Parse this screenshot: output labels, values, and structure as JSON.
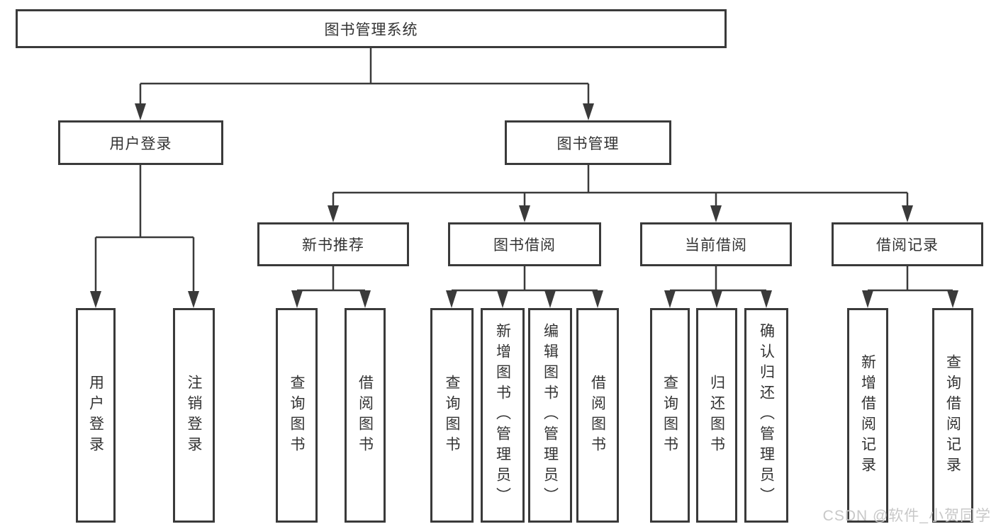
{
  "colors": {
    "line": "#3a3a3a",
    "box_border": "#3a3a3a",
    "text": "#333333",
    "background": "#ffffff",
    "watermark": "#c8c8c8"
  },
  "diagram": {
    "root_label": "图书管理系统",
    "user_login": {
      "label": "用户登录",
      "children": [
        "用户登录",
        "注销登录"
      ]
    },
    "book_management": {
      "label": "图书管理",
      "sections": [
        {
          "label": "新书推荐",
          "children": [
            "查询图书",
            "借阅图书"
          ]
        },
        {
          "label": "图书借阅",
          "children": [
            "查询图书",
            "新增图书（管理员）",
            "编辑图书（管理员）",
            "借阅图书"
          ]
        },
        {
          "label": "当前借阅",
          "children": [
            "查询图书",
            "归还图书",
            "确认归还（管理员）"
          ]
        },
        {
          "label": "借阅记录",
          "children": [
            "新增借阅记录",
            "查询借阅记录"
          ]
        }
      ]
    }
  },
  "watermark": {
    "text": "CSDN @软件_小贺同学"
  }
}
